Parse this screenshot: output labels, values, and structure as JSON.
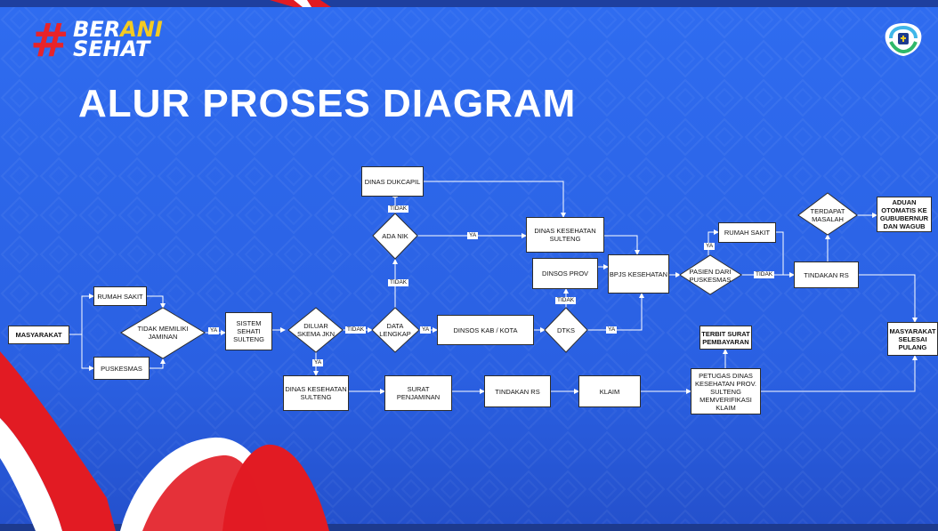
{
  "brand": {
    "hash": "#",
    "line1_a": "BER",
    "line1_b": "ANI",
    "line2": "SEHAT"
  },
  "title": "ALUR PROSES DIAGRAM",
  "colors": {
    "background": "#2a62e6",
    "flag_red": "#e21b23",
    "flag_white": "#ffffff",
    "brand_yellow": "#f4cb22"
  },
  "logo_icon": "health-shield-logo",
  "nodes": {
    "masyarakat": "MASYARAKAT",
    "rumah_sakit_1": "RUMAH SAKIT",
    "puskesmas": "PUSKESMAS",
    "tidak_memiliki_jaminan": "TIDAK MEMILIKI JAMINAN",
    "sistem_sehati": "SISTEM SEHATI SULTENG",
    "diluar_skema": "DILUAR SKEMA JKN",
    "data_lengkap": "DATA LENGKAP",
    "ada_nik": "ADA NIK",
    "dinas_dukcapil": "DINAS DUKCAPIL",
    "dinas_kes_top": "DINAS KESEHATAN SULTENG",
    "dinsos_prov": "DINSOS PROV",
    "dinsos_kab": "DINSOS KAB / KOTA",
    "dtks": "DTKS",
    "bpjs": "BPJS KESEHATAN",
    "pasien_dari_puskesmas": "PASIEN DARI PUSKESMAS",
    "rumah_sakit_2": "RUMAH SAKIT",
    "terdapat_masalah": "TERDAPAT MASALAH",
    "aduan": "ADUAN OTOMATIS KE GUBUBERNUR DAN WAGUB",
    "tindakan_rs_top": "TINDAKAN RS",
    "masyarakat_selesai": "MASYARAKAT SELESAI PULANG",
    "dinas_kes_bottom": "DINAS KESEHATAN SULTENG",
    "surat_penjaminan": "SURAT PENJAMINAN",
    "tindakan_rs_bottom": "TINDAKAN RS",
    "klaim": "KLAIM",
    "petugas_dinas": "PETUGAS DINAS KESEHATAN PROV. SULTENG MEMVERIFIKASI KLAIM",
    "terbit_surat": "TERBIT SURAT PEMBAYARAN"
  },
  "labels": {
    "ya": "YA",
    "tidak": "TIDAK"
  }
}
